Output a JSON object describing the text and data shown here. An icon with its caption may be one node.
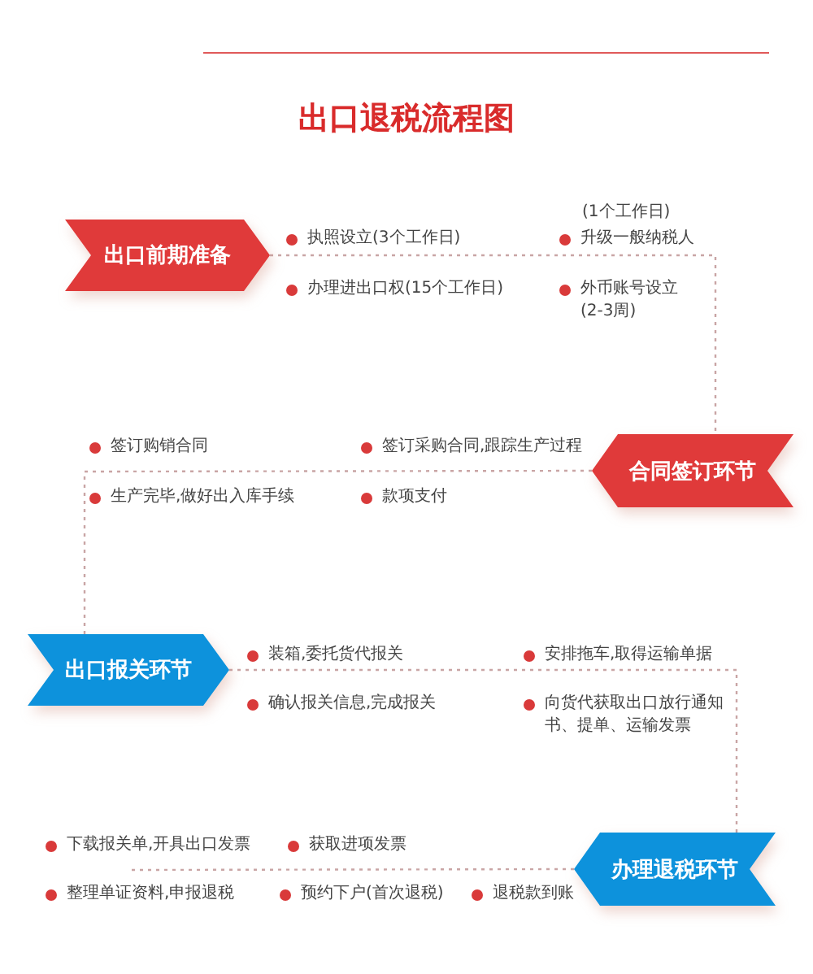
{
  "diagram": {
    "title": "出口退税流程图",
    "nodes": [
      {
        "text": [
          "出口前期准备"
        ]
      },
      {
        "text": [
          "合同签订环节"
        ]
      },
      {
        "text": [
          "出口报关环节"
        ]
      },
      {
        "text": [
          "办理退税环节"
        ]
      }
    ],
    "edges": [
      {
        "from": 0,
        "to": 1,
        "arrow": "none",
        "style": "dashed"
      },
      {
        "from": 1,
        "to": 2,
        "arrow": "none",
        "style": "dashed"
      },
      {
        "from": 2,
        "to": 3,
        "arrow": "none",
        "style": "dashed"
      },
      {
        "from": 3,
        "to": null,
        "arrow": "none",
        "style": "dashed"
      }
    ],
    "labels": [
      "(1个工作日)",
      "执照设立(3个工作日)",
      "升级一般纳税人",
      "办理进出口权(15个工作日)",
      "外币账号设立(2-3周)",
      "签订购销合同",
      "签订采购合同,跟踪生产过程",
      "生产完毕,做好出入库手续",
      "款项支付",
      "装箱,委托货代报关",
      "安排拖车,取得运输单据",
      "确认报关信息,完成报关",
      "向货代获取出口放行通知书、提单、运输发票",
      "下载报关单,开具出口发票",
      "获取进项发票",
      "整理单证资料,申报退税",
      "预约下户(首次退税)",
      "退税款到账"
    ]
  }
}
